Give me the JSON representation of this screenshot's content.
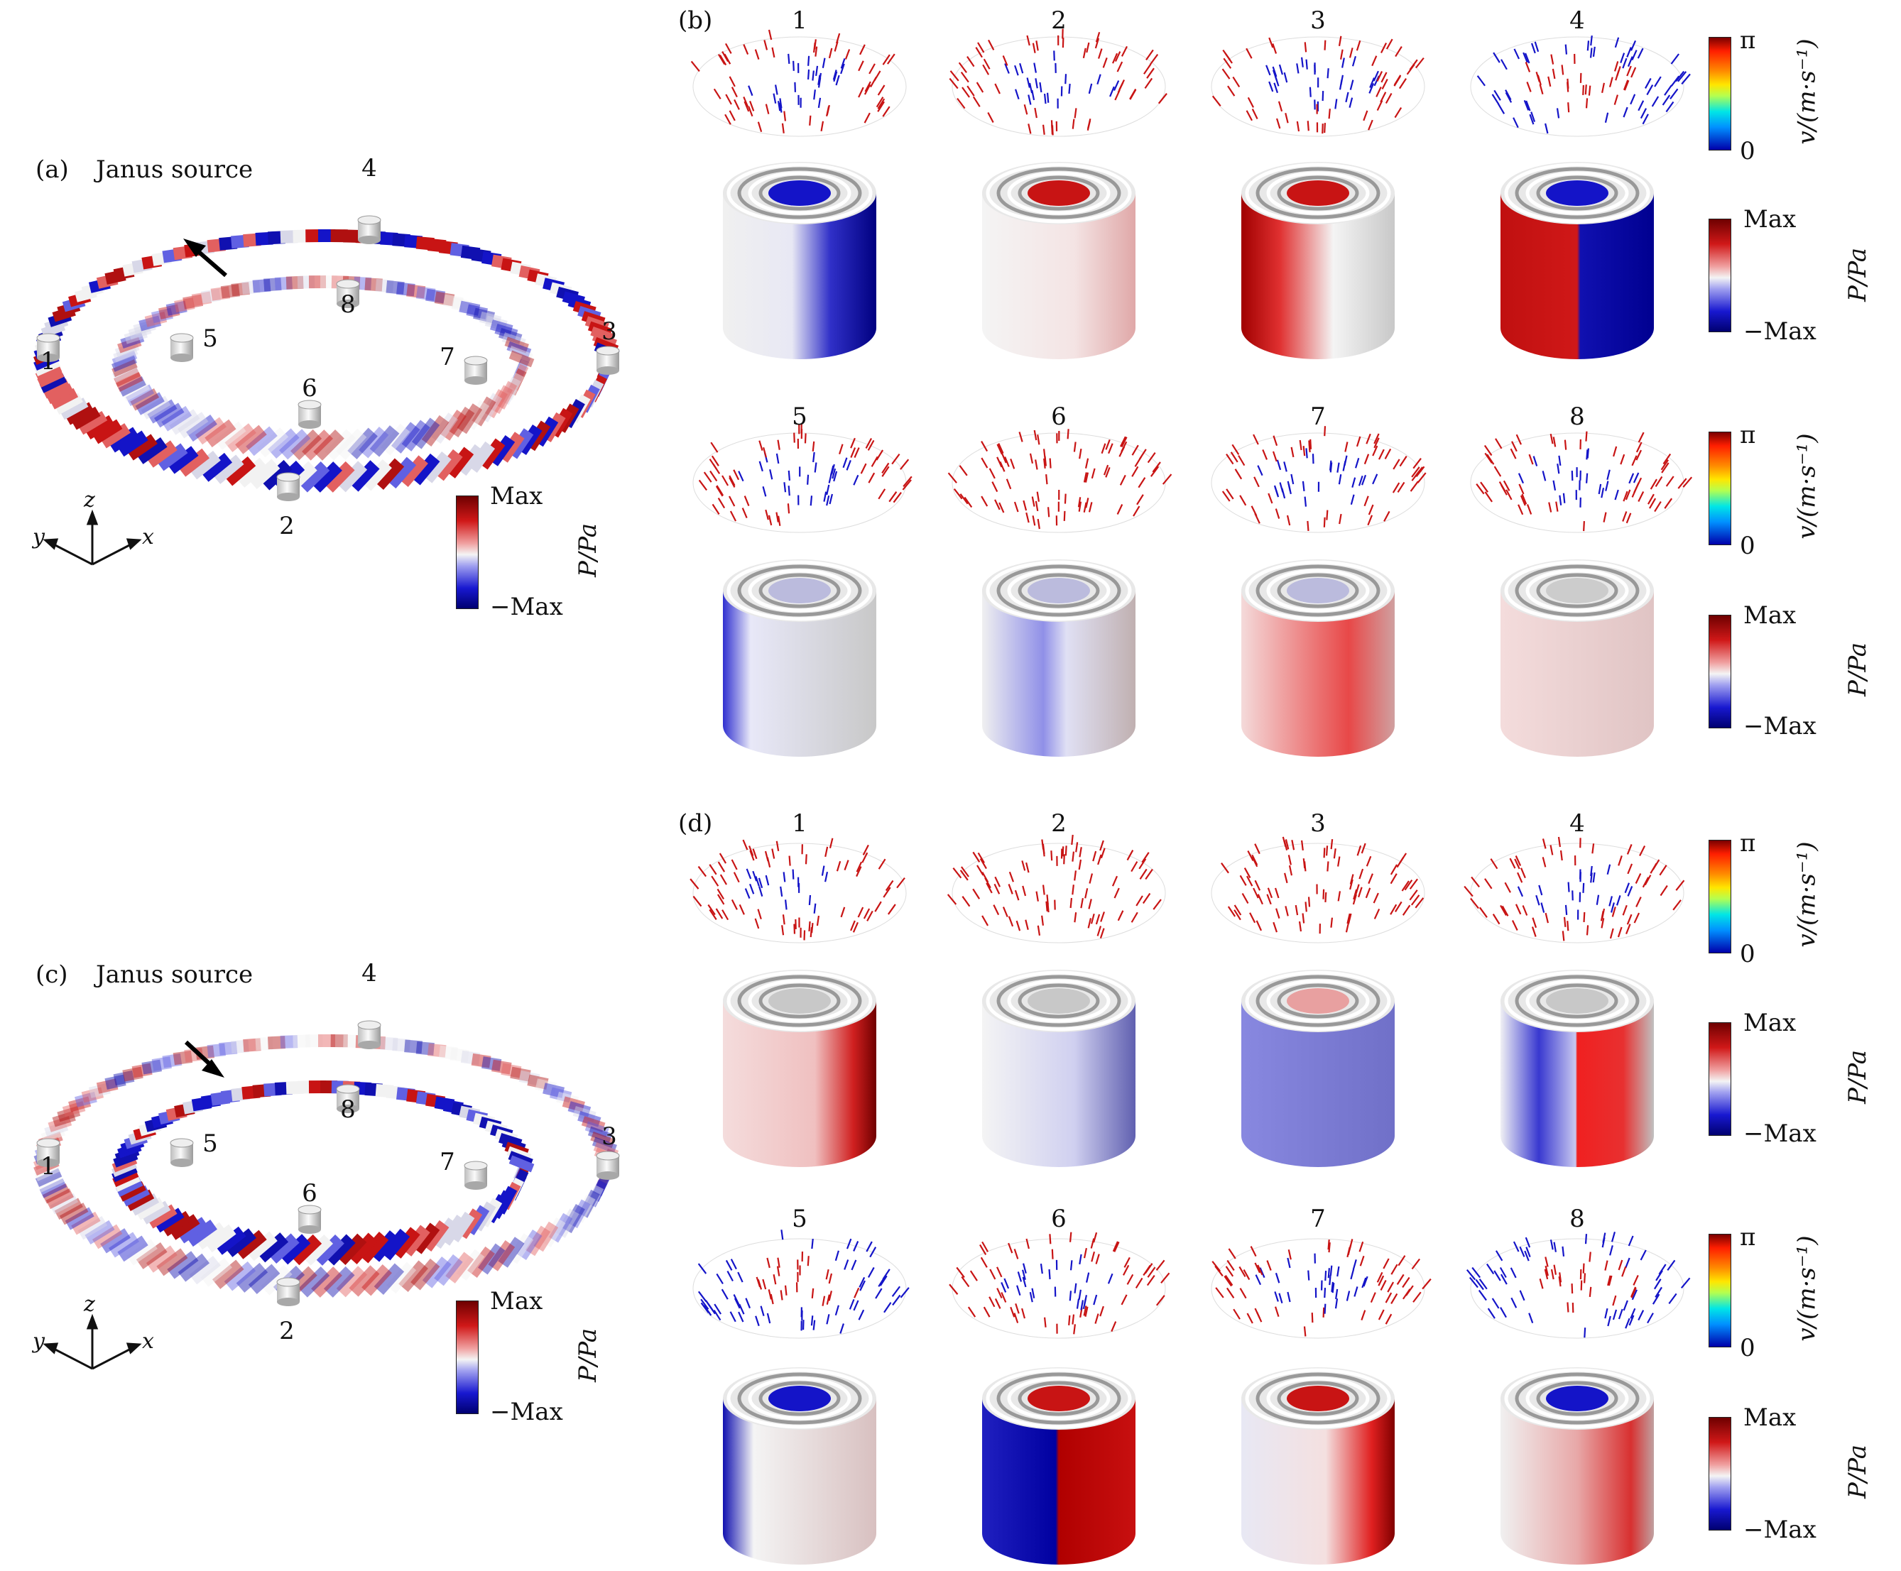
{
  "panels": {
    "a": {
      "label": "(a)",
      "title": "Janus source"
    },
    "b": {
      "label": "(b)"
    },
    "c": {
      "label": "(c)",
      "title": "Janus source"
    },
    "d": {
      "label": "(d)"
    }
  },
  "ring_ports": [
    "1",
    "2",
    "3",
    "4",
    "5",
    "6",
    "7",
    "8"
  ],
  "axes": {
    "x": "x",
    "y": "y",
    "z": "z"
  },
  "colorbar_pressure": {
    "top": "Max",
    "bottom": "−Max",
    "unit": "P/Pa"
  },
  "colorbar_velocity": {
    "top": "π",
    "bottom": "0",
    "unit": "v/(m·s⁻¹)"
  },
  "grid_top_numbers": [
    "1",
    "2",
    "3",
    "4"
  ],
  "grid_bottom_numbers": [
    "5",
    "6",
    "7",
    "8"
  ],
  "colors": {
    "red": "#c81414",
    "blue": "#1414c8",
    "white": "#f2f2f2"
  }
}
